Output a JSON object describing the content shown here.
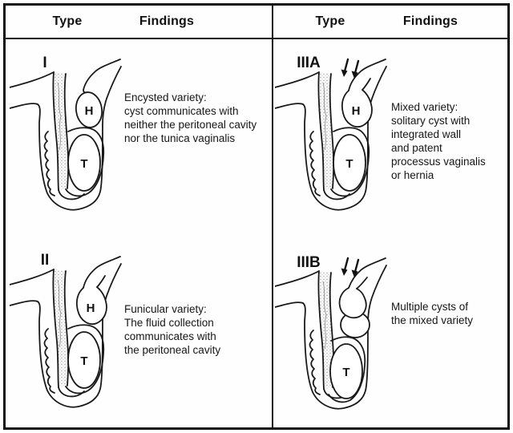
{
  "colors": {
    "ink": "#1a1a1a",
    "paper": "#ffffff"
  },
  "header_left": {
    "type": "Type",
    "findings": "Findings"
  },
  "header_right": {
    "type": "Type",
    "findings": "Findings"
  },
  "panels": [
    {
      "position": "top-left",
      "type_label": "I",
      "findings": "Encysted variety:\ncyst communicates with\nneither the peritoneal cavity\nnor the tunica vaginalis",
      "hydrocele_label": "H",
      "testis_label": "T"
    },
    {
      "position": "top-right",
      "type_label": "IIIA",
      "findings": "Mixed variety:\nsolitary cyst with\nintegrated wall\nand patent\nprocessus vaginalis\nor hernia",
      "hydrocele_label": "H",
      "testis_label": "T",
      "arrows_icon": "double-down-arrows"
    },
    {
      "position": "bottom-left",
      "type_label": "II",
      "findings": "Funicular variety:\nThe fluid collection\ncommunicates with\nthe peritoneal cavity",
      "hydrocele_label": "H",
      "testis_label": "T"
    },
    {
      "position": "bottom-right",
      "type_label": "IIIB",
      "findings": "Multiple cysts of\nthe mixed variety",
      "testis_label": "T",
      "arrows_icon": "double-down-arrows"
    }
  ]
}
